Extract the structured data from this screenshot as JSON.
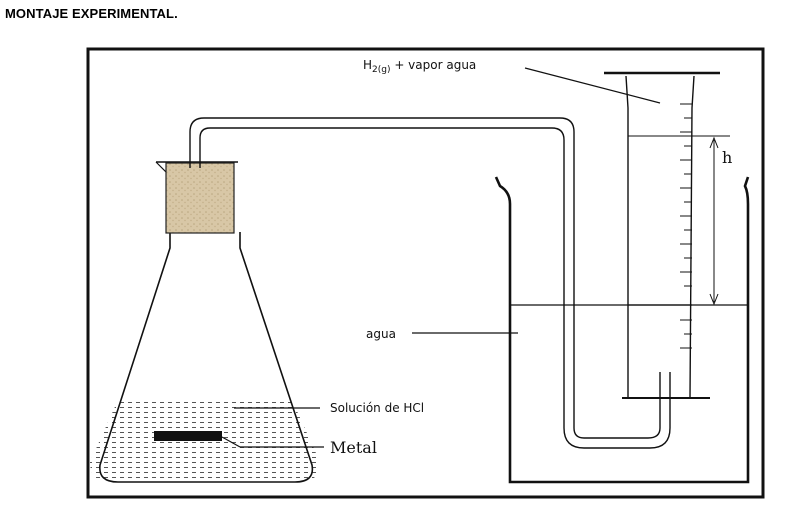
{
  "title": "MONTAJE EXPERIMENTAL.",
  "labels": {
    "gas_main": "H",
    "gas_sub": "2(g)",
    "gas_rest": " + vapor agua",
    "height": "h",
    "water": "agua",
    "solution": "Solución de HCl",
    "metal": "Metal"
  },
  "colors": {
    "stopper": "#d8c7a6",
    "line": "#111111"
  }
}
